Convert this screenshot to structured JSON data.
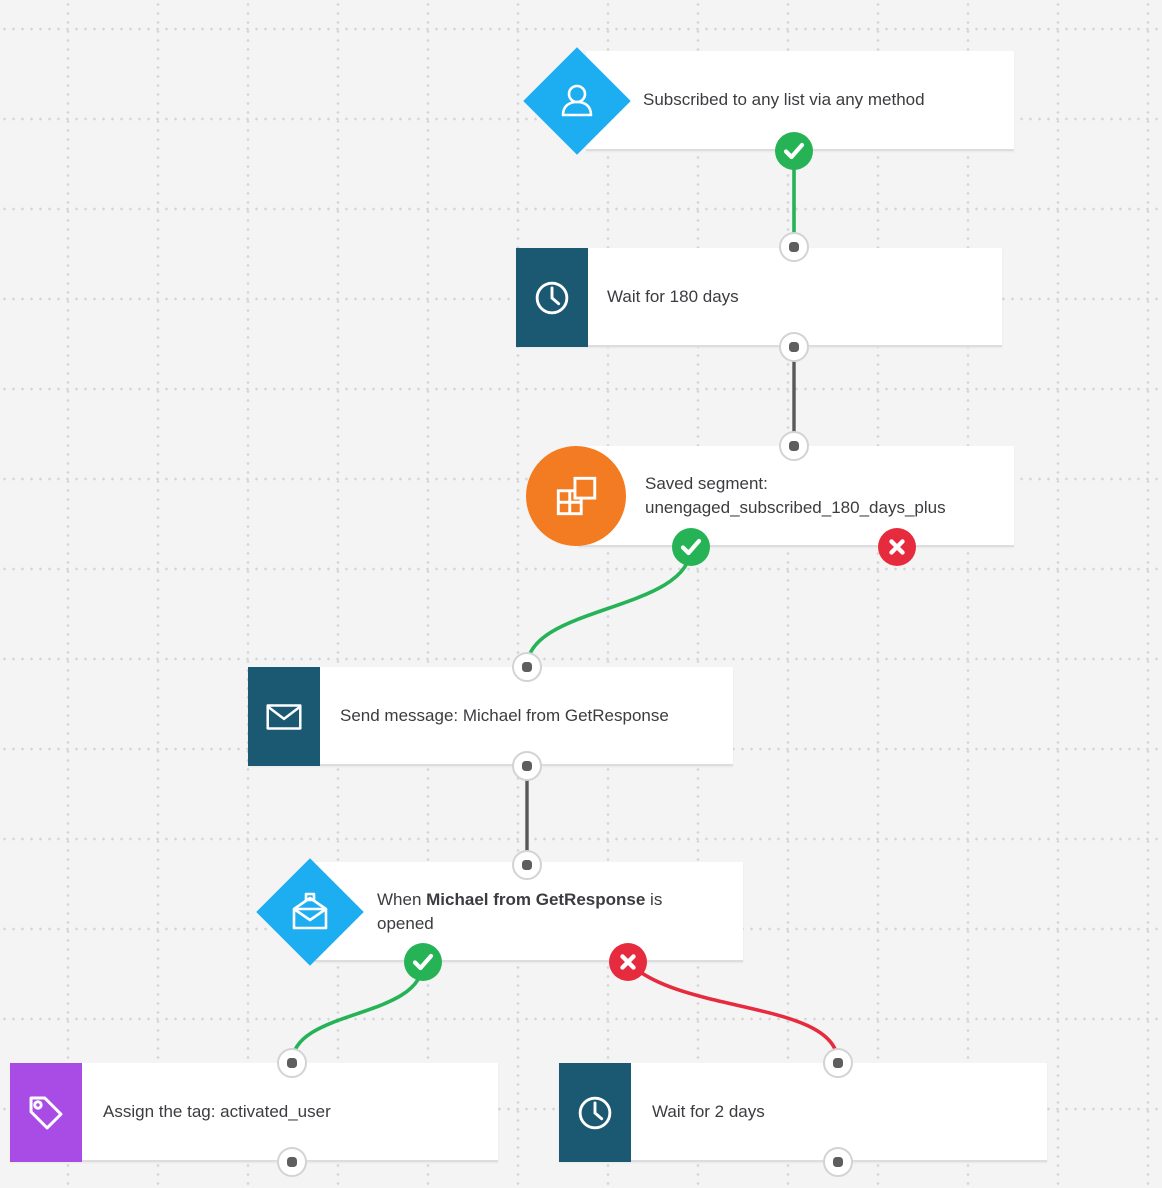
{
  "workflow": {
    "nodes": {
      "subscribed": {
        "title": "Subscribed to any list via any method",
        "icon": "person-icon",
        "shape": "diamond",
        "accent_color": "#1daef2",
        "ports": [
          "success"
        ]
      },
      "wait_180": {
        "title": "Wait for 180 days",
        "icon": "clock-icon",
        "shape": "square",
        "accent_color": "#1b5871"
      },
      "saved_segment": {
        "title": "Saved segment: unengaged_subscribed_180_days_plus",
        "icon": "segment-icon",
        "shape": "circle",
        "accent_color": "#f37b21",
        "ports": [
          "success",
          "failure"
        ]
      },
      "send_message": {
        "title": "Send message: Michael from GetResponse",
        "icon": "envelope-icon",
        "shape": "square",
        "accent_color": "#1b5871"
      },
      "message_opened": {
        "title_prefix": "When ",
        "title_emphasis": "Michael from GetResponse",
        "title_suffix": " is opened",
        "icon": "envelope-open-icon",
        "shape": "diamond",
        "accent_color": "#1daef2",
        "ports": [
          "success",
          "failure"
        ]
      },
      "assign_tag": {
        "title": "Assign the tag: activated_user",
        "icon": "tag-icon",
        "shape": "square",
        "accent_color": "#a94be5"
      },
      "wait_2": {
        "title": "Wait for 2 days",
        "icon": "clock-icon",
        "shape": "square",
        "accent_color": "#1b5871"
      }
    },
    "colors": {
      "background": "#f4f4f5",
      "grid_dot": "#d7d7da",
      "card_background": "#ffffff",
      "text": "#3c3c40",
      "success_green": "#26b356",
      "failure_red": "#e62b3e",
      "connector_gray": "#58585a",
      "trigger_cyan": "#1daef2",
      "action_teal": "#1b5871",
      "segment_orange": "#f37b21",
      "tag_purple": "#a94be5"
    }
  }
}
